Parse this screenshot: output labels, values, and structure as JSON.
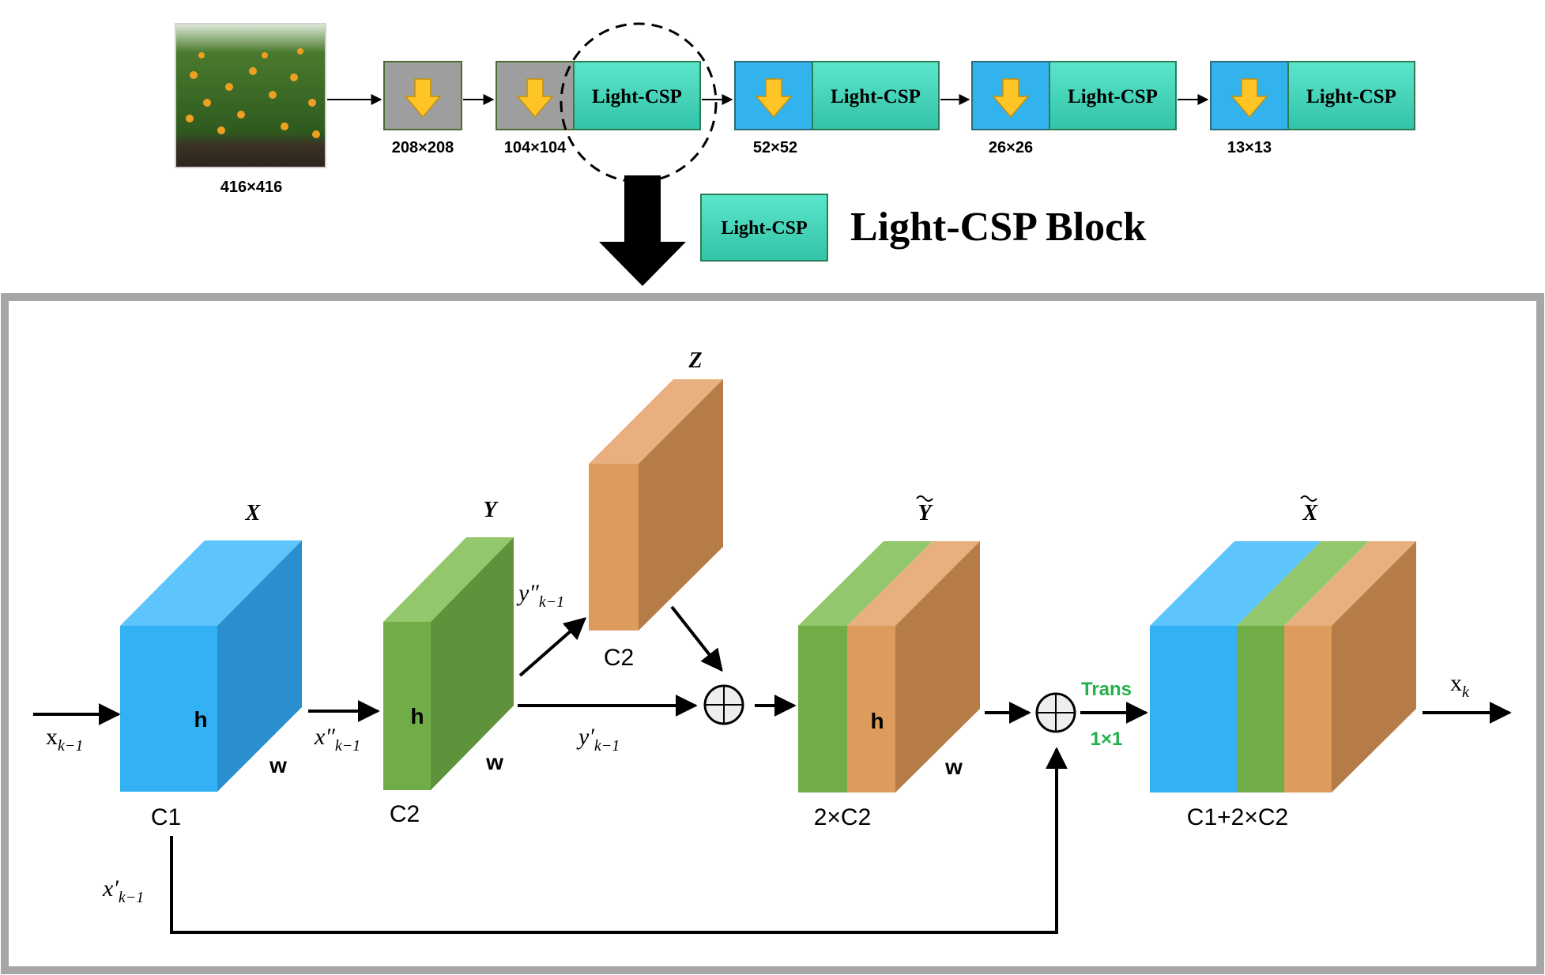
{
  "pipeline": {
    "input_size": "416×416",
    "stages": [
      {
        "size": "208×208",
        "has_csp": false,
        "color": "#9e9e9e"
      },
      {
        "size": "104×104",
        "has_csp": true,
        "color": "#9e9e9e"
      },
      {
        "size": "52×52",
        "has_csp": true,
        "color": "#33b3ee"
      },
      {
        "size": "26×26",
        "has_csp": true,
        "color": "#33b3ee"
      },
      {
        "size": "13×13",
        "has_csp": true,
        "color": "#33b3ee"
      }
    ],
    "block_label": "Light-CSP",
    "legend_box_label": "Light-CSP",
    "legend_title": "Light-CSP Block"
  },
  "block": {
    "tensors": {
      "x": {
        "title": "X",
        "channels": "C1",
        "h": "h",
        "w": "w"
      },
      "y": {
        "title": "Y",
        "channels": "C2",
        "h": "h",
        "w": "w"
      },
      "z": {
        "title": "Z",
        "channels": "C2"
      },
      "ytilde": {
        "title": "Y",
        "channels": "2×C2",
        "h": "h",
        "w": "w"
      },
      "xtilde": {
        "title": "X",
        "channels": "C1+2×C2"
      }
    },
    "flow": {
      "input_base": "x",
      "input_sub": "k−1",
      "x_dprime_base": "x″",
      "x_dprime_sub": "k−1",
      "y_dprime_base": "y″",
      "y_dprime_sub": "k−1",
      "y_prime_base": "y′",
      "y_prime_sub": "k−1",
      "x_prime_base": "x′",
      "x_prime_sub": "k−1",
      "output_base": "x",
      "output_sub": "k"
    },
    "trans_label": "Trans",
    "trans_kernel": "1×1"
  },
  "colors": {
    "grey_box": "#9e9e9e",
    "blue": "#33b3ee",
    "teal": "#45d6bd",
    "arrow_yellow": "#ffc425",
    "cube_blue_front": "#33b1f5",
    "cube_blue_top": "#5dc5fb",
    "cube_blue_side": "#2a8fcf",
    "cube_green_front": "#70ad47",
    "cube_green_top": "#93c76c",
    "cube_green_side": "#5e933b",
    "cube_orange_front": "#dd9b5c",
    "cube_orange_top": "#e8b07e",
    "cube_orange_side": "#b57c47",
    "trans_green": "#22b14c",
    "panel_border": "#a6a6a6"
  },
  "icons": [
    "down-arrow-icon",
    "plus-circle-icon",
    "big-down-arrow-icon"
  ]
}
